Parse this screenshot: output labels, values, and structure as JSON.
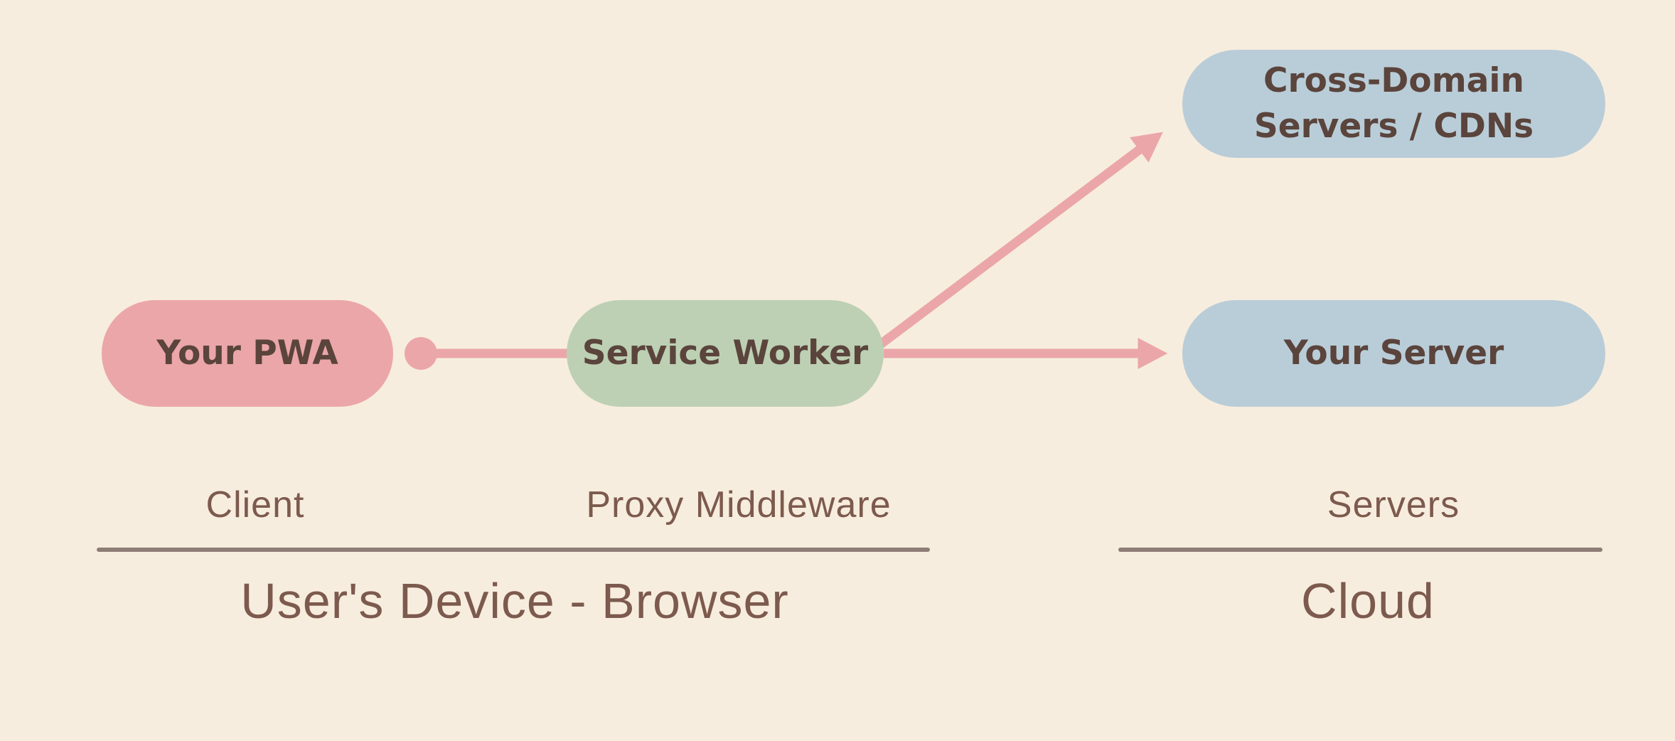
{
  "nodes": {
    "your_pwa": {
      "label": "Your PWA"
    },
    "service_worker": {
      "label": "Service Worker"
    },
    "cross_domain": {
      "line1": "Cross-Domain",
      "line2": "Servers / CDNs"
    },
    "your_server": {
      "label": "Your Server"
    }
  },
  "roles": {
    "client": "Client",
    "proxy": "Proxy Middleware",
    "servers": "Servers"
  },
  "zones": {
    "device": "User's Device - Browser",
    "cloud": "Cloud"
  },
  "edges": [
    {
      "from": "your_pwa",
      "to": "service_worker",
      "style": "dot-line"
    },
    {
      "from": "service_worker",
      "to": "cross_domain",
      "style": "arrow"
    },
    {
      "from": "service_worker",
      "to": "your_server",
      "style": "arrow"
    }
  ],
  "colors": {
    "background": "#f7edde",
    "pink": "#eba6a9",
    "green": "#bdd0b4",
    "blue": "#b9cdd8",
    "node_text": "#5a443c",
    "label_text": "#7c5a4d",
    "divider": "#8d7d75",
    "arrow": "#eba6a9"
  }
}
